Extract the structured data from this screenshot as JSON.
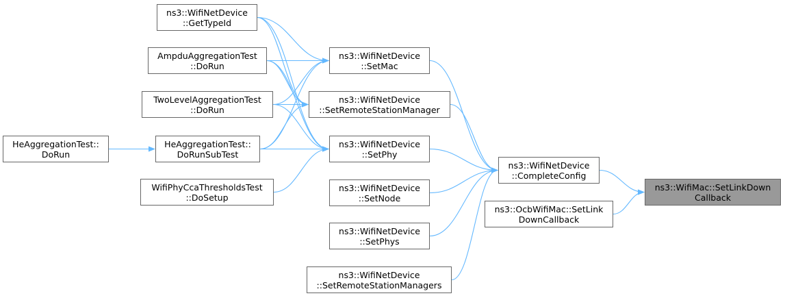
{
  "colors": {
    "edge": "#63b8ff",
    "border": "#666666",
    "focus_fill": "#999999",
    "node_fill": "#ffffff"
  },
  "nodes": {
    "getTypeId": {
      "line1": "ns3::WifiNetDevice",
      "line2": "::GetTypeId"
    },
    "ampdu": {
      "line1": "AmpduAggregationTest",
      "line2": "::DoRun"
    },
    "twoLevel": {
      "line1": "TwoLevelAggregationTest",
      "line2": "::DoRun"
    },
    "heAggDoRun": {
      "line1": "HeAggregationTest::",
      "line2": "DoRun"
    },
    "heAggSubTest": {
      "line1": "HeAggregationTest::",
      "line2": "DoRunSubTest"
    },
    "ccaThresholds": {
      "line1": "WifiPhyCcaThresholdsTest",
      "line2": "::DoSetup"
    },
    "setMac": {
      "line1": "ns3::WifiNetDevice",
      "line2": "::SetMac"
    },
    "setRsm": {
      "line1": "ns3::WifiNetDevice",
      "line2": "::SetRemoteStationManager"
    },
    "setPhy": {
      "line1": "ns3::WifiNetDevice",
      "line2": "::SetPhy"
    },
    "setNode": {
      "line1": "ns3::WifiNetDevice",
      "line2": "::SetNode"
    },
    "setPhys": {
      "line1": "ns3::WifiNetDevice",
      "line2": "::SetPhys"
    },
    "setRsms": {
      "line1": "ns3::WifiNetDevice",
      "line2": "::SetRemoteStationManagers"
    },
    "completeConfig": {
      "line1": "ns3::WifiNetDevice",
      "line2": "::CompleteConfig"
    },
    "ocbSetLink": {
      "line1": "ns3::OcbWifiMac::SetLink",
      "line2": "DownCallback"
    },
    "setLinkDown": {
      "line1": "ns3::WifiMac::SetLinkDown",
      "line2": "Callback"
    }
  },
  "edges": [
    [
      "getTypeId",
      "setMac"
    ],
    [
      "getTypeId",
      "setRsm"
    ],
    [
      "getTypeId",
      "setPhy"
    ],
    [
      "ampdu",
      "setMac"
    ],
    [
      "ampdu",
      "setRsm"
    ],
    [
      "ampdu",
      "setPhy"
    ],
    [
      "twoLevel",
      "setMac"
    ],
    [
      "twoLevel",
      "setRsm"
    ],
    [
      "twoLevel",
      "setPhy"
    ],
    [
      "heAggDoRun",
      "heAggSubTest"
    ],
    [
      "heAggSubTest",
      "setMac"
    ],
    [
      "heAggSubTest",
      "setRsm"
    ],
    [
      "heAggSubTest",
      "setPhy"
    ],
    [
      "ccaThresholds",
      "setPhy"
    ],
    [
      "setMac",
      "completeConfig"
    ],
    [
      "setRsm",
      "completeConfig"
    ],
    [
      "setPhy",
      "completeConfig"
    ],
    [
      "setNode",
      "completeConfig"
    ],
    [
      "setPhys",
      "completeConfig"
    ],
    [
      "setRsms",
      "completeConfig"
    ],
    [
      "completeConfig",
      "setLinkDown"
    ],
    [
      "ocbSetLink",
      "setLinkDown"
    ]
  ]
}
